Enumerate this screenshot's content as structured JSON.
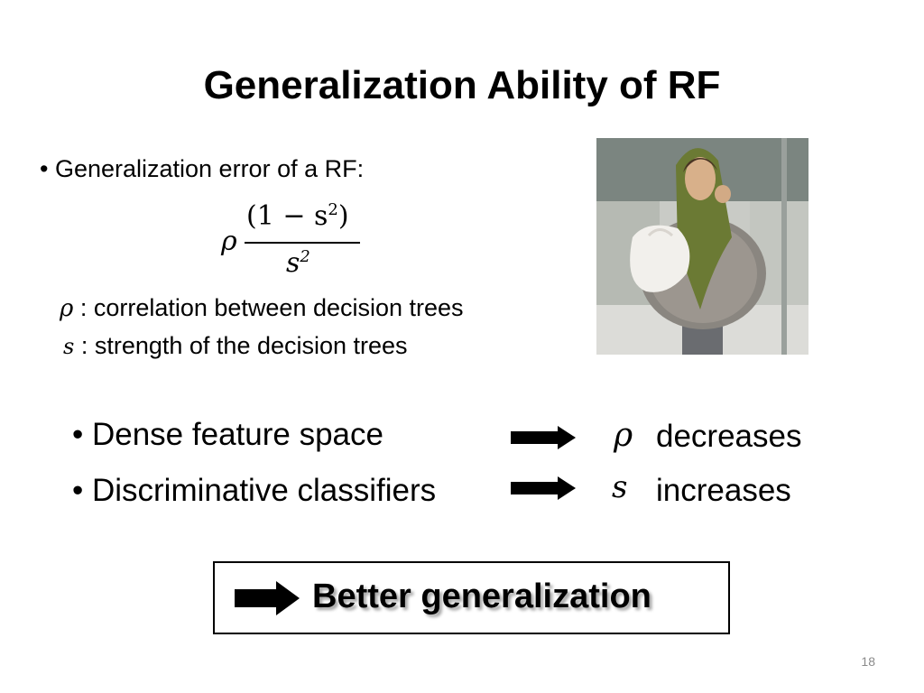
{
  "slide": {
    "title": "Generalization Ability of RF",
    "bullet1": "• Generalization error of a RF:",
    "formula": {
      "rho": "ρ",
      "numerator_base": "(1 − s",
      "numerator_exp": "2",
      "numerator_close": ")",
      "denominator_base": "s",
      "denominator_exp": "2"
    },
    "defs": [
      {
        "symbol": "ρ",
        "text": ": correlation between decision trees"
      },
      {
        "symbol": "s",
        "text": ": strength of the decision trees"
      }
    ],
    "points": [
      {
        "text": "• Dense feature space",
        "symbol": "ρ",
        "result": "decreases"
      },
      {
        "text": "• Discriminative classifiers",
        "symbol": "s",
        "result": "increases"
      }
    ],
    "conclusion": "Better generalization",
    "page_number": "18"
  },
  "colors": {
    "text": "#000000",
    "page_number": "#8a8a8a",
    "background": "#ffffff"
  },
  "icons": {
    "arrow": "right-arrow-icon"
  }
}
